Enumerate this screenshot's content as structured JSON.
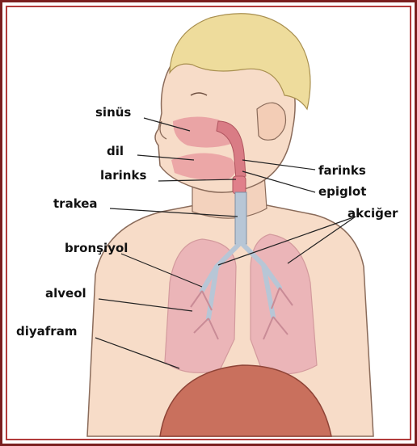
{
  "labels": {
    "sinus": "sinüs",
    "dil": "dil",
    "larinks": "larinks",
    "trakea": "trakea",
    "bronsiyol": "bronşiyol",
    "alveol": "alveol",
    "diyafram": "diyafram",
    "farinks": "farinks",
    "epiglot": "epiglot",
    "akciger": "akciğer"
  },
  "colors": {
    "frame_outer": "#7a1f1f",
    "frame_inner": "#b23b3b",
    "skin": "#f7dcc8",
    "hair": "#eedc9c",
    "lung": "#e7a9b3",
    "trachea": "#b7c6d6",
    "diaphragm": "#c9705d"
  }
}
